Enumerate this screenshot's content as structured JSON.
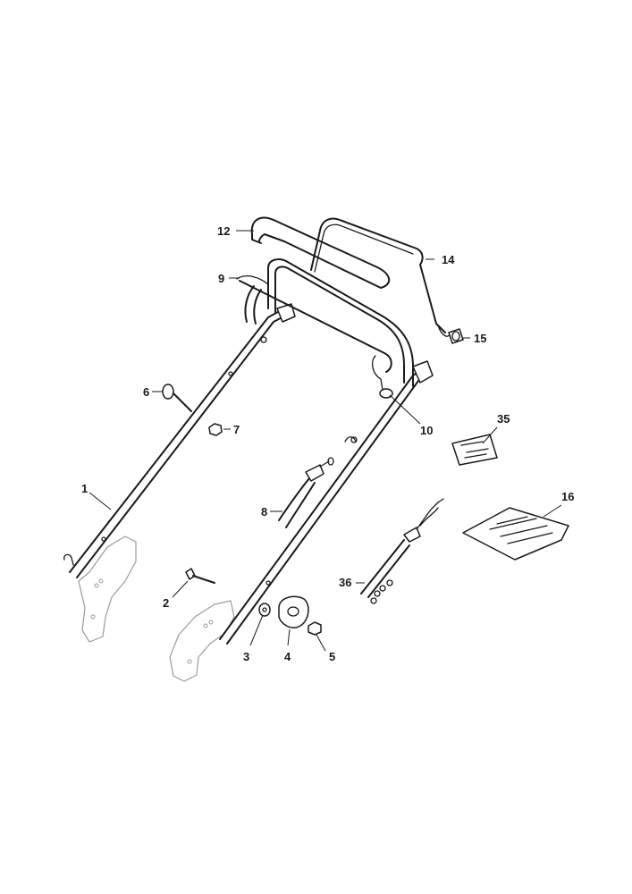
{
  "callouts": {
    "c1": "1",
    "c2": "2",
    "c3": "3",
    "c4": "4",
    "c5": "5",
    "c6": "6",
    "c7": "7",
    "c8": "8",
    "c9": "9",
    "c10": "10",
    "c12": "12",
    "c14": "14",
    "c15": "15",
    "c16": "16",
    "c35": "35",
    "c36": "36"
  },
  "colors": {
    "line": "#1a1a1a",
    "ghost": "#9a9a9a",
    "background": "#ffffff"
  }
}
